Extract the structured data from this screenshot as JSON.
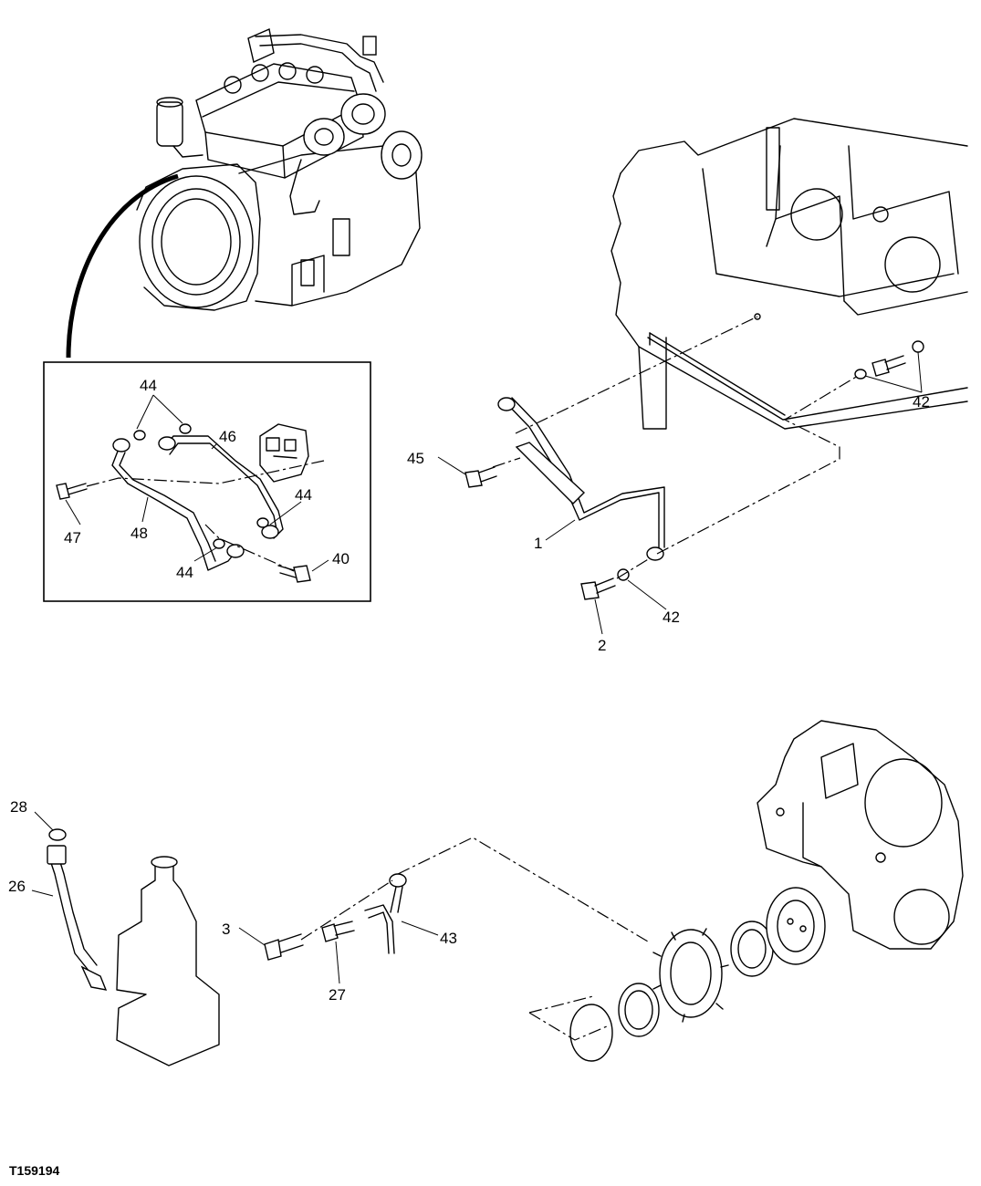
{
  "figure": {
    "id": "T159194"
  },
  "callouts": {
    "c1": "1",
    "c2": "2",
    "c3": "3",
    "c26": "26",
    "c27": "27",
    "c28": "28",
    "c40": "40",
    "c42a": "42",
    "c42b": "42",
    "c43": "43",
    "c44a": "44",
    "c44b": "44",
    "c44c": "44",
    "c45": "45",
    "c46": "46",
    "c47": "47",
    "c48": "48"
  }
}
